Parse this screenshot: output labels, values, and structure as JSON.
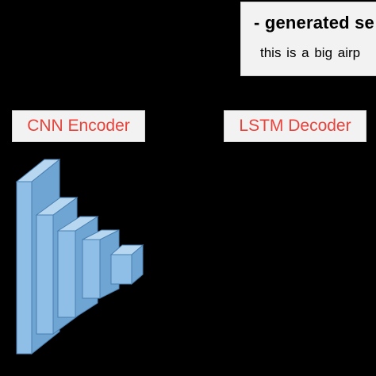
{
  "caption": {
    "title": "- generated se",
    "text": "this  is a big airp"
  },
  "labels": {
    "encoder": "CNN Encoder",
    "decoder": "LSTM Decoder"
  },
  "colors": {
    "background": "#000000",
    "label_text": "#e8423a",
    "box_fill": "#f2f2f2",
    "block_front": "#8fbfe6",
    "block_side": "#6fa5d3",
    "block_top": "#b7d7f1",
    "block_edge": "#4a7fb0"
  }
}
